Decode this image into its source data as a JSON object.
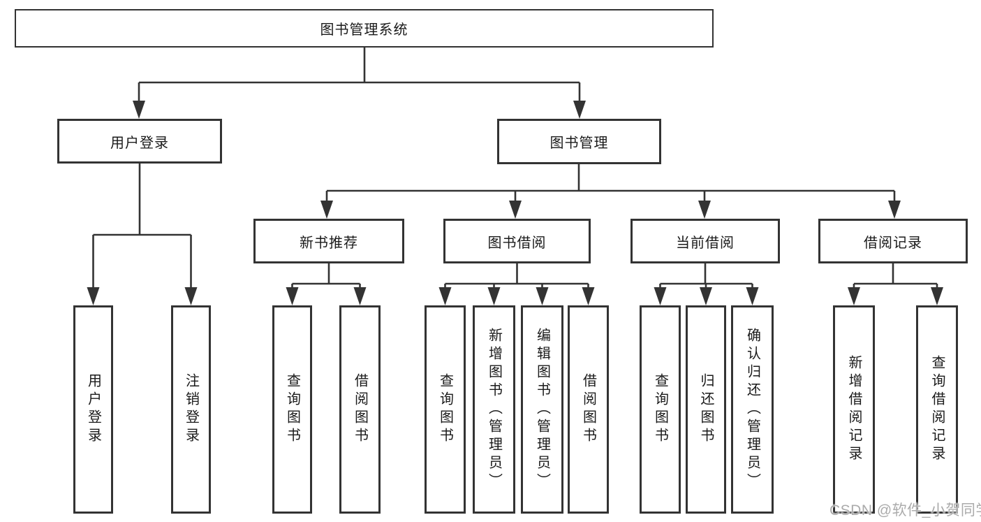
{
  "diagram": {
    "root": {
      "label": "图书管理系统"
    },
    "branches": [
      {
        "label": "用户登录",
        "children": [
          {
            "label": "用户登录"
          },
          {
            "label": "注销登录"
          }
        ]
      },
      {
        "label": "图书管理",
        "children": [
          {
            "label": "新书推荐",
            "children": [
              {
                "label": "查询图书"
              },
              {
                "label": "借阅图书"
              }
            ]
          },
          {
            "label": "图书借阅",
            "children": [
              {
                "label": "查询图书"
              },
              {
                "label": "新增图书（管理员）"
              },
              {
                "label": "编辑图书（管理员）"
              },
              {
                "label": "借阅图书"
              }
            ]
          },
          {
            "label": "当前借阅",
            "children": [
              {
                "label": "查询图书"
              },
              {
                "label": "归还图书"
              },
              {
                "label": "确认归还（管理员）"
              }
            ]
          },
          {
            "label": "借阅记录",
            "children": [
              {
                "label": "新增借阅记录"
              },
              {
                "label": "查询借阅记录"
              }
            ]
          }
        ]
      }
    ]
  },
  "watermark": {
    "text": "CSDN @软件_小贺同学",
    "color": "#ababab"
  },
  "colors": {
    "line": "#333333",
    "box_border": "#333333",
    "text": "#1a1a1a",
    "background": "#ffffff"
  }
}
